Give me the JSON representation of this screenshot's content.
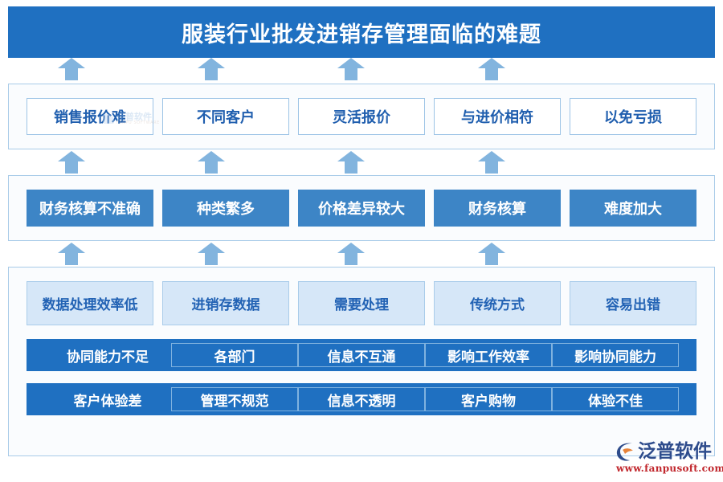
{
  "title": {
    "text": "服装行业批发进销存管理面临的难题"
  },
  "colors": {
    "title_bar": "#1F70C1",
    "panel_bg": "#FAFCFE",
    "panel_border": "#A8CBE8",
    "arrow": "#82B4DE",
    "box_outline_border": "#9DC4E6",
    "box_outline_text": "#1F5EAE",
    "box_solid_mid": "#3D85C6",
    "box_light_fill": "#D6E7F8",
    "box_light_text": "#2262B4",
    "bar_dark": "#1F70C1",
    "logo_text": "#2E4C8C",
    "logo_url": "#C1272D"
  },
  "sections": [
    {
      "name": "sales-quote",
      "style": "outline",
      "items": [
        "销售报价难",
        "不同客户",
        "灵活报价",
        "与进价相符",
        "以免亏损"
      ]
    },
    {
      "name": "finance-accounting",
      "style": "solid-mid",
      "items": [
        "财务核算不准确",
        "种类繁多",
        "价格差异较大",
        "财务核算",
        "难度加大"
      ]
    }
  ],
  "section3": {
    "rows": [
      {
        "name": "data-efficiency",
        "style": "light",
        "items": [
          "数据处理效率低",
          "进销存数据",
          "需要处理",
          "传统方式",
          "容易出错"
        ]
      },
      {
        "name": "collaboration",
        "style": "bar-dark",
        "items": [
          "协同能力不足",
          "各部门",
          "信息不互通",
          "影响工作效率",
          "影响协同能力"
        ]
      },
      {
        "name": "customer-experience",
        "style": "bar-dark",
        "items": [
          "客户体验差",
          "管理不规范",
          "信息不透明",
          "客户购物",
          "体验不佳"
        ]
      }
    ]
  },
  "arrows": {
    "glyph": "arrow-up",
    "count_per_row": 4
  },
  "watermark": {
    "cn": "泛普软件",
    "en": "FANPU SOFTWARE"
  },
  "logo": {
    "cn": "泛普软件",
    "url": "www.fanpusoft.com"
  }
}
